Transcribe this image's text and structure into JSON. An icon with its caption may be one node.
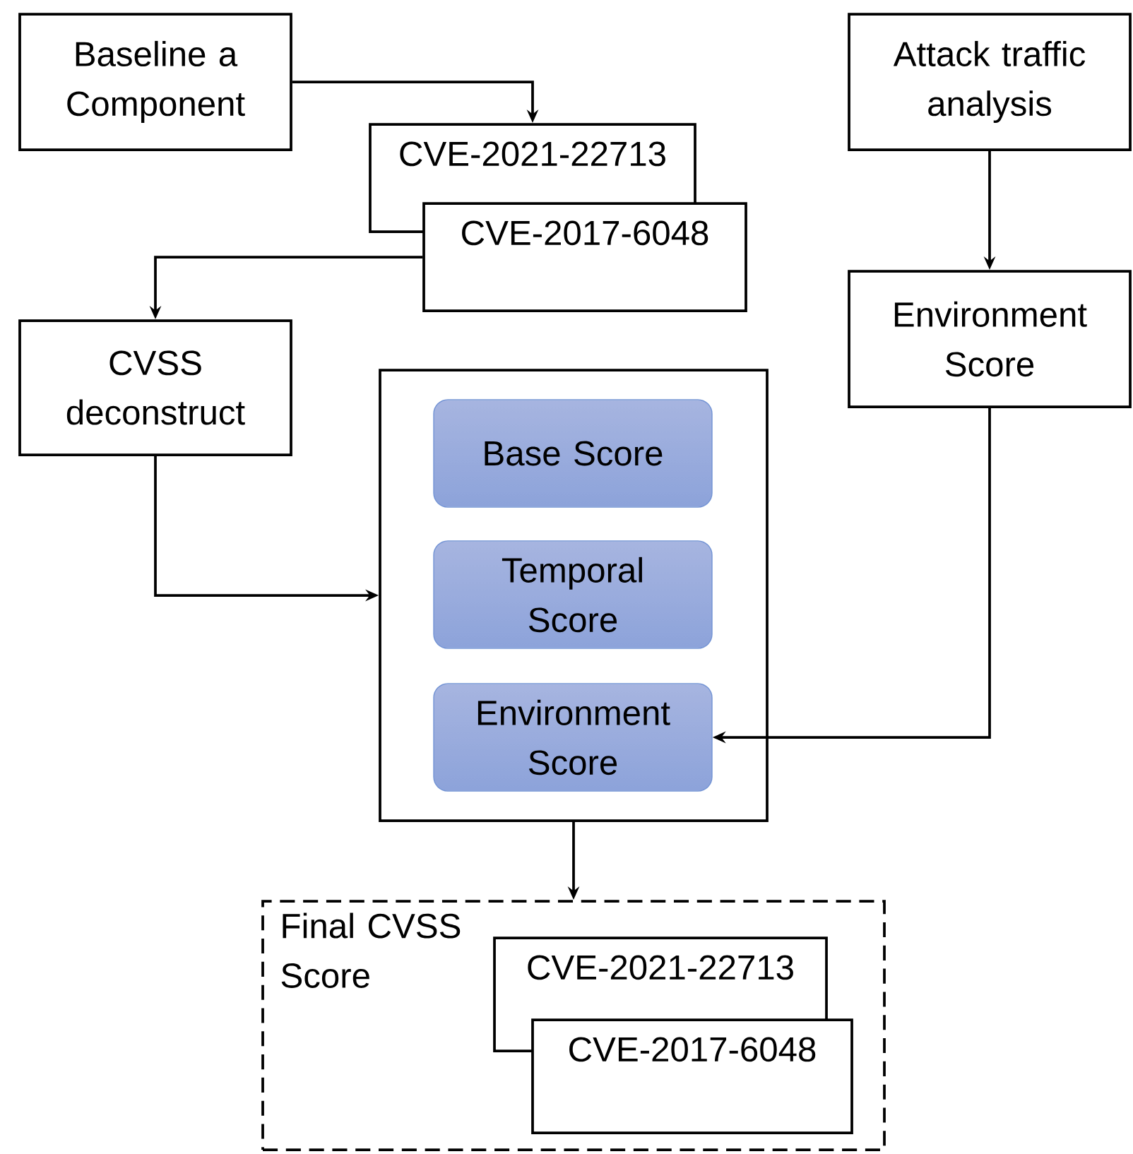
{
  "diagram": {
    "nodes": [
      {
        "text": [
          "Baseline a Component"
        ]
      },
      {
        "text": [
          "CVE-2021-22713"
        ]
      },
      {
        "text": [
          "CVE-2017-6048"
        ]
      },
      {
        "text": [
          "Attack traffic analysis"
        ]
      },
      {
        "text": [
          "Environment Score"
        ]
      },
      {
        "text": [
          "CVSS deconstruct"
        ]
      },
      {
        "text": [],
        "shape": "box"
      },
      {
        "text": [
          "Base Score"
        ],
        "in": 6
      },
      {
        "text": [
          "Temporal Score"
        ],
        "in": 6
      },
      {
        "text": [
          "Environment Score"
        ],
        "in": 6
      },
      {
        "text": [
          "Final CVSS Score"
        ]
      },
      {
        "text": [
          "CVE-2021-22713"
        ],
        "in": 10
      },
      {
        "text": [
          "CVE-2017-6048"
        ],
        "in": 10
      }
    ],
    "edges": [
      {
        "from": 0,
        "to": 1,
        "arrow": "to"
      },
      {
        "from": 2,
        "to": 5,
        "arrow": "to"
      },
      {
        "from": 3,
        "to": 4,
        "arrow": "to"
      },
      {
        "from": 5,
        "to": 6,
        "arrow": "to"
      },
      {
        "from": 4,
        "to": 9,
        "arrow": "to"
      },
      {
        "from": 6,
        "to": 10,
        "arrow": "to"
      }
    ]
  }
}
